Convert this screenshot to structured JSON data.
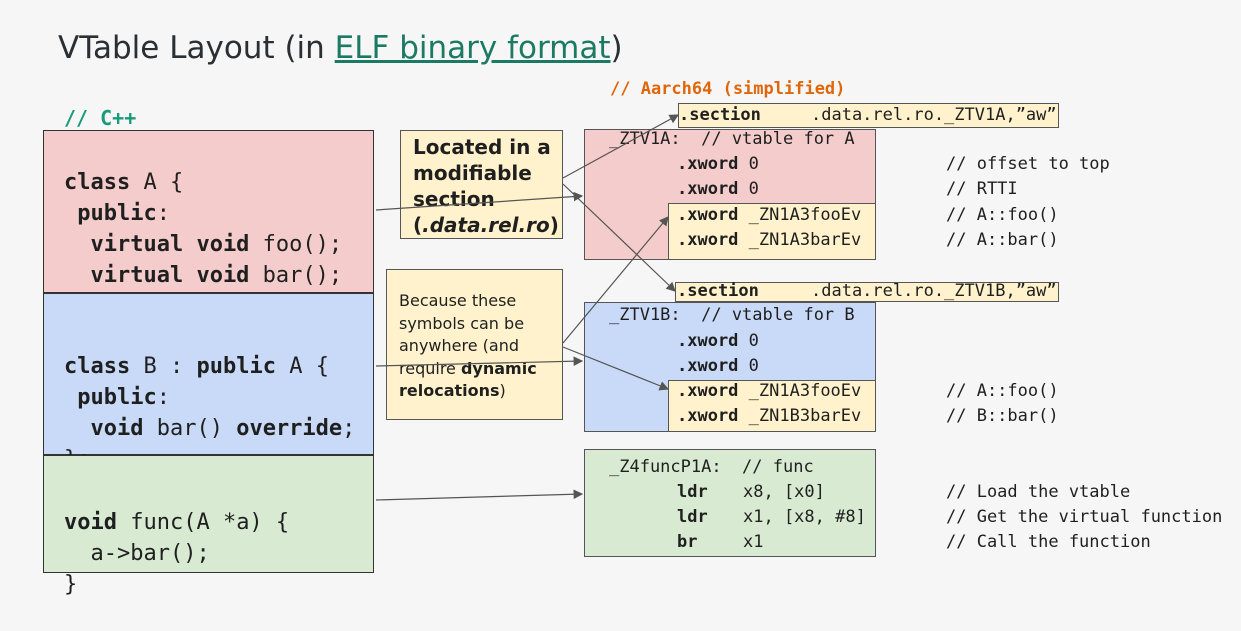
{
  "title": {
    "prefix": "VTable Layout (in ",
    "link": "ELF binary format",
    "suffix": ")"
  },
  "cpp_label": "// C++",
  "asm_label": "// Aarch64 (simplified)",
  "code_a": [
    [
      "class",
      " A {"
    ],
    [
      " public",
      ":"
    ],
    [
      "  virtual void",
      " foo();"
    ],
    [
      "  virtual void",
      " bar();"
    ],
    [
      "",
      "};"
    ]
  ],
  "code_b": [
    [
      "class",
      " B : "
    ],
    [
      " public",
      ":"
    ],
    [
      "  void",
      " bar() "
    ],
    [
      "",
      "};"
    ]
  ],
  "code_b_extra": {
    "public_kw": "public",
    "a_brace": " A {",
    "override_kw": "override",
    "semi": ";"
  },
  "code_c": [
    [
      "void",
      " func(A *a) {"
    ],
    [
      "",
      "  a->bar();"
    ],
    [
      "",
      "}"
    ]
  ],
  "note1": {
    "l1": "Located in a",
    "l2": "modifiable",
    "l3": "section",
    "l4_open": "(",
    "l4_em": ".data.rel.ro",
    "l4_close": ")"
  },
  "note2": {
    "l1": "Because these",
    "l2": "symbols can be",
    "l3": "anywhere (and",
    "l4": "require ",
    "l4_b": "dynamic",
    "l5_b": "relocations",
    "l5_end": ")"
  },
  "sec1": {
    "kw": ".section",
    "val": ".data.rel.ro._ZTV1A,”aw”"
  },
  "sec2": {
    "kw": ".section",
    "val": ".data.rel.ro._ZTV1B,”aw”"
  },
  "vtable_a": {
    "label": "_ZTV1A:  // vtable for A",
    "rows": [
      {
        "kw": ".xword",
        "val": "0",
        "comment": "// offset to top"
      },
      {
        "kw": ".xword",
        "val": "0",
        "comment": "// RTTI"
      },
      {
        "kw": ".xword",
        "val": "_ZN1A3fooEv",
        "comment": "// A::foo()"
      },
      {
        "kw": ".xword",
        "val": "_ZN1A3barEv",
        "comment": "// A::bar()"
      }
    ]
  },
  "vtable_b": {
    "label": "_ZTV1B:  // vtable for B",
    "rows": [
      {
        "kw": ".xword",
        "val": "0",
        "comment": ""
      },
      {
        "kw": ".xword",
        "val": "0",
        "comment": ""
      },
      {
        "kw": ".xword",
        "val": "_ZN1A3fooEv",
        "comment": "// A::foo()"
      },
      {
        "kw": ".xword",
        "val": "_ZN1B3barEv",
        "comment": "// B::bar()"
      }
    ]
  },
  "func": {
    "label": "_Z4funcP1A:  // func",
    "rows": [
      {
        "kw": "ldr",
        "val": "x8, [x0]",
        "comment": "// Load the vtable"
      },
      {
        "kw": "ldr",
        "val": "x1, [x8, #8]",
        "comment": "// Get the virtual function"
      },
      {
        "kw": "br",
        "val": "x1",
        "comment": "// Call the function"
      }
    ]
  },
  "colors": {
    "link": "#1a7a64",
    "cpp_label": "#1a9a7a",
    "asm_label": "#e0660a",
    "class_a": "#f4cccc",
    "class_b": "#c9daf8",
    "func": "#d9ead3",
    "note": "#fff2cc"
  }
}
